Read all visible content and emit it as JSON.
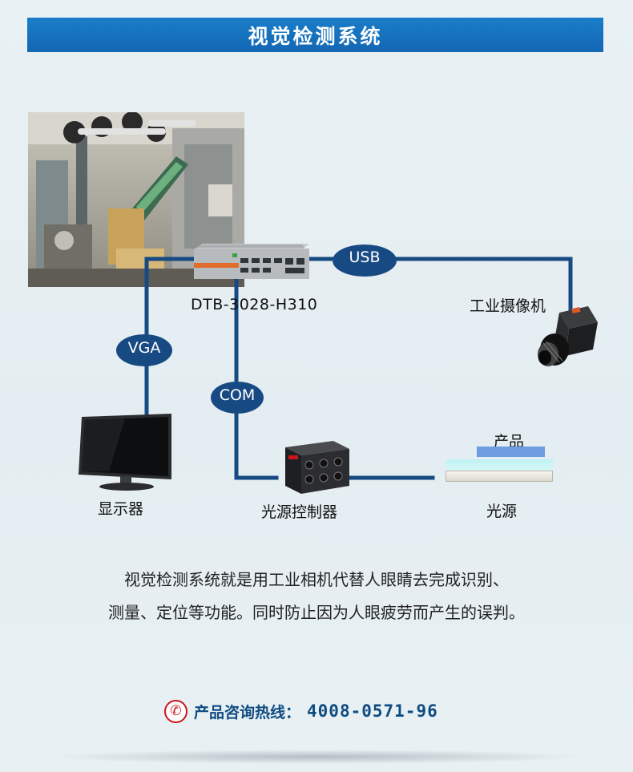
{
  "header": {
    "title": "视觉检测系统"
  },
  "diagram": {
    "device_model": "DTB-3028-H310",
    "connections": {
      "usb": "USB",
      "vga": "VGA",
      "com": "COM"
    },
    "components": {
      "camera": "工业摄像机",
      "monitor": "显示器",
      "light_controller": "光源控制器",
      "light_source": "光源",
      "product": "产品"
    },
    "colors": {
      "line": "#174a82",
      "oval": "#174a82",
      "header": "#1670bd"
    }
  },
  "description": {
    "line1": "视觉检测系统就是用工业相机代替人眼睛去完成识别、",
    "line2": "测量、定位等功能。同时防止因为人眼疲劳而产生的误判。"
  },
  "hotline": {
    "icon": "phone-icon",
    "label": "产品咨询热线：",
    "number": "4008-0571-96"
  }
}
